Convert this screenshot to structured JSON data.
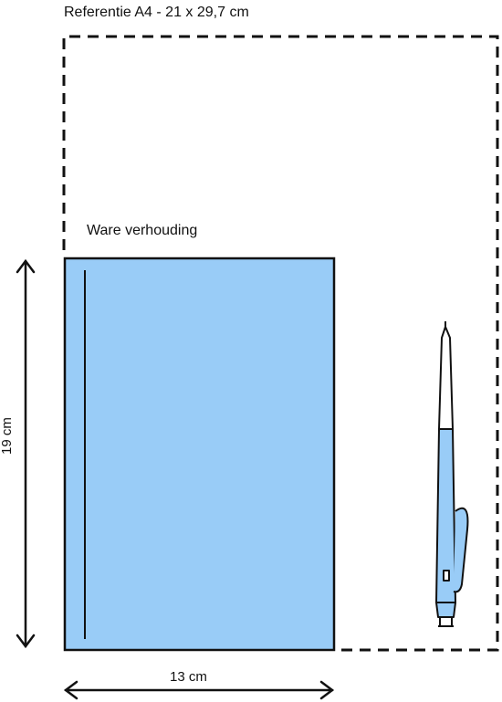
{
  "labels": {
    "reference": "Referentie A4 - 21 x 29,7 cm",
    "true_ratio": "Ware verhouding",
    "width": "13 cm",
    "height": "19 cm"
  },
  "colors": {
    "notebook_fill": "#99ccf7",
    "outline": "#111111",
    "pen_body": "#99ccf7",
    "pen_tip": "#ffffff"
  },
  "icons": {
    "pen": "pen-icon",
    "notebook": "notebook-shape"
  }
}
